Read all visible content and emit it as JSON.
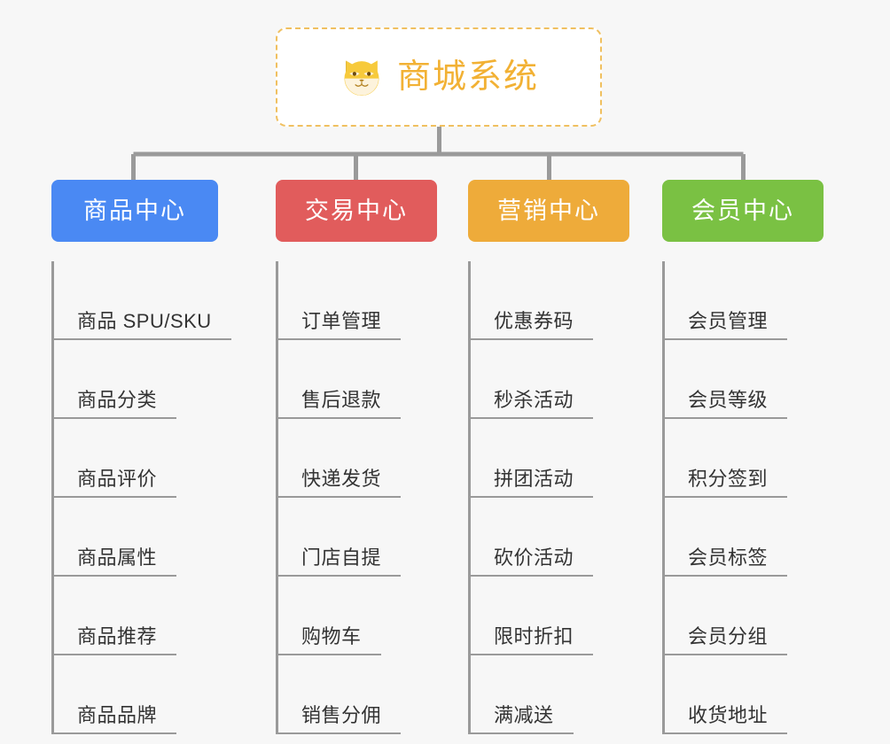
{
  "diagram": {
    "type": "org-chart",
    "background_color": "#f7f7f7",
    "root": {
      "label": "商城系统",
      "icon": "shiba-dog-face-icon",
      "text_color": "#f2b134",
      "border_color": "#f0c060",
      "fill_color": "#ffffff"
    },
    "connector_color": "#9a9a9a",
    "columns": [
      {
        "id": "product-center",
        "label": "商品中心",
        "color": "#4a89f3",
        "items": [
          "商品 SPU/SKU",
          "商品分类",
          "商品评价",
          "商品属性",
          "商品推荐",
          "商品品牌"
        ]
      },
      {
        "id": "trade-center",
        "label": "交易中心",
        "color": "#e15c5c",
        "items": [
          "订单管理",
          "售后退款",
          "快递发货",
          "门店自提",
          "购物车",
          "销售分佣"
        ]
      },
      {
        "id": "marketing-center",
        "label": "营销中心",
        "color": "#eeab3a",
        "items": [
          "优惠券码",
          "秒杀活动",
          "拼团活动",
          "砍价活动",
          "限时折扣",
          "满减送"
        ]
      },
      {
        "id": "member-center",
        "label": "会员中心",
        "color": "#7ac143",
        "items": [
          "会员管理",
          "会员等级",
          "积分签到",
          "会员标签",
          "会员分组",
          "收货地址"
        ]
      }
    ]
  }
}
